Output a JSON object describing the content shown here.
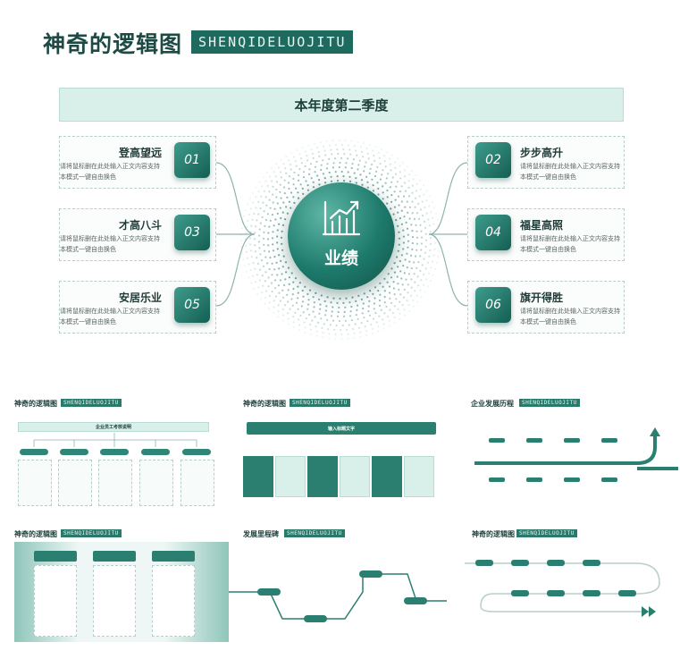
{
  "main": {
    "title": "神奇的逻辑图",
    "tag": "SHENQIDELUOJITU",
    "banner": "本年度第二季度",
    "center_label": "业绩",
    "center_icon": "bar-chart-growth-icon",
    "items": [
      {
        "num": "01",
        "title": "登高望远",
        "desc": "请将鼠标删在此处输入正文内容支持本模式一键自由换色"
      },
      {
        "num": "02",
        "title": "步步高升",
        "desc": "请将鼠标删在此处输入正文内容支持本模式一键自由换色"
      },
      {
        "num": "03",
        "title": "才高八斗",
        "desc": "请将鼠标删在此处输入正文内容支持本模式一键自由换色"
      },
      {
        "num": "04",
        "title": "福星高照",
        "desc": "请将鼠标删在此处输入正文内容支持本模式一键自由换色"
      },
      {
        "num": "05",
        "title": "安居乐业",
        "desc": "请将鼠标删在此处输入正文内容支持本模式一键自由换色"
      },
      {
        "num": "06",
        "title": "旗开得胜",
        "desc": "请将鼠标删在此处输入正文内容支持本模式一键自由换色"
      }
    ]
  },
  "thumbnails": [
    {
      "title": "神奇的逻辑图",
      "tag": "SHENQIDELUOJITU",
      "heading": "企业员工考核说明"
    },
    {
      "title": "神奇的逻辑图",
      "tag": "SHENQIDELUOJITU",
      "heading": "输入标题文字"
    },
    {
      "title": "企业发展历程",
      "tag": "SHENQIDELUOJITU"
    },
    {
      "title": "神奇的逻辑图",
      "tag": "SHENQIDELUOJITU"
    },
    {
      "title": "发展里程碑",
      "tag": "SHENQIDELUOJITU"
    },
    {
      "title": "神奇的逻辑图",
      "tag": "SHENQIDELUOJITU"
    }
  ],
  "colors": {
    "accent": "#1f6a5e",
    "accent_light": "#d8efea",
    "text": "#1d3e39"
  }
}
